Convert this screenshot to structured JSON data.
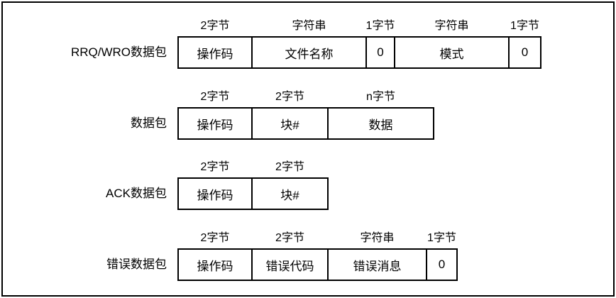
{
  "colors": {
    "background": "#ffffff",
    "border": "#000000",
    "text": "#000000"
  },
  "diagram": {
    "description_rows_count": "4",
    "rows": [
      {
        "label": "RRQ/WRO数据包",
        "fields": [
          {
            "size_label": "2字节",
            "name": "操作码"
          },
          {
            "size_label": "字符串",
            "name": "文件名称"
          },
          {
            "size_label": "1字节",
            "name": "0"
          },
          {
            "size_label": "字符串",
            "name": "模式"
          },
          {
            "size_label": "1字节",
            "name": "0"
          }
        ]
      },
      {
        "label": "数据包",
        "fields": [
          {
            "size_label": "2字节",
            "name": "操作码"
          },
          {
            "size_label": "2字节",
            "name": "块#"
          },
          {
            "size_label": "n字节",
            "name": "数据"
          }
        ]
      },
      {
        "label": "ACK数据包",
        "fields": [
          {
            "size_label": "2字节",
            "name": "操作码"
          },
          {
            "size_label": "2字节",
            "name": "块#"
          }
        ]
      },
      {
        "label": "错误数据包",
        "fields": [
          {
            "size_label": "2字节",
            "name": "操作码"
          },
          {
            "size_label": "2字节",
            "name": "错误代码"
          },
          {
            "size_label": "字符串",
            "name": "错误消息"
          },
          {
            "size_label": "1字节",
            "name": "0"
          }
        ]
      }
    ]
  }
}
